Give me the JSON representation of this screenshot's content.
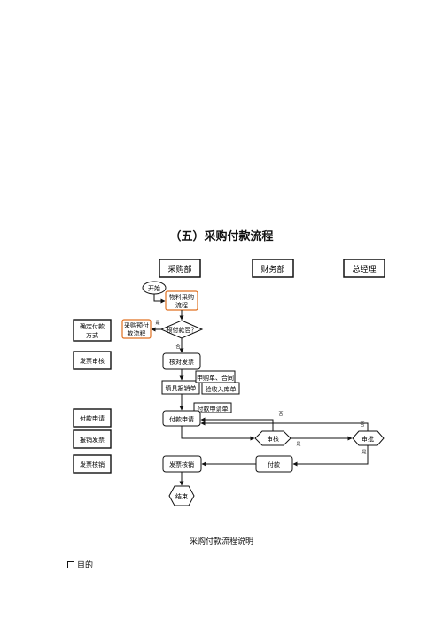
{
  "section_title": "（五）采购付款流程",
  "lanes": {
    "purchasing": "采购部",
    "finance": "财务部",
    "general_manager": "总经理"
  },
  "side_steps": {
    "payment_method": [
      "确定付款",
      "方式"
    ],
    "invoice_review": "发票审核",
    "payment_request": "付款申请",
    "reimbursement_invoice": "报销发票",
    "invoice_writeoff": "发票核销"
  },
  "nodes": {
    "start": "开始",
    "material_purchase": [
      "物料采购",
      "流程"
    ],
    "prepay_process": [
      "采购预付",
      "款流程"
    ],
    "prepay_decision": "预付款否？",
    "verify_invoice": "核对发票",
    "fill_reimbursement": "填具报销单",
    "doc_purchase_contract": "申购单、合同",
    "doc_warehouse_receipt": "验收入库单",
    "doc_payment_request": "付款申请单",
    "payment_request": "付款申请",
    "finance_review": "审核",
    "gm_approve": "审批",
    "pay": "付款",
    "invoice_writeoff": "发票核销",
    "end": "结束"
  },
  "edge_labels": {
    "yes": "是",
    "no": "否"
  },
  "caption": "采购付款流程说明",
  "bullet_text": "目的"
}
